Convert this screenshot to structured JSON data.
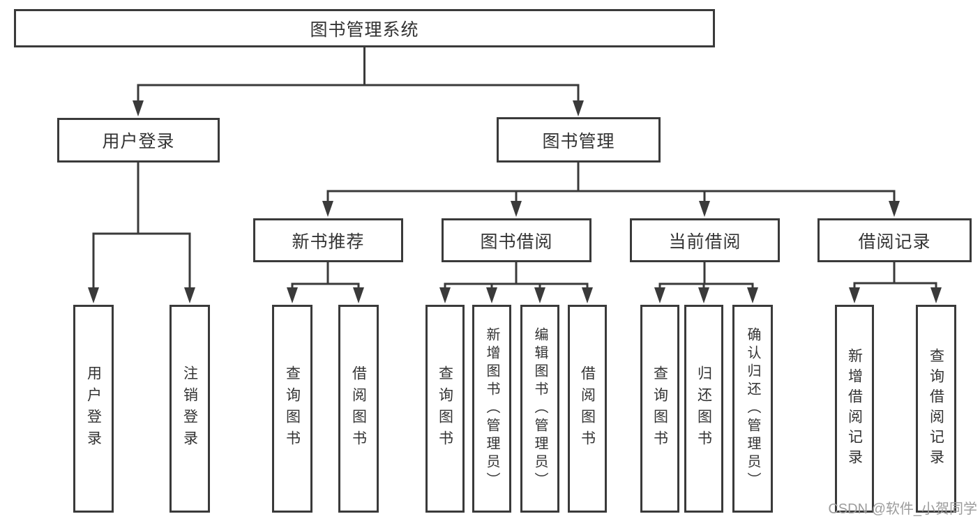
{
  "root": {
    "label": "图书管理系统"
  },
  "branches": {
    "login": {
      "label": "用户登录",
      "children": [
        {
          "label": "用户登录"
        },
        {
          "label": "注销登录"
        }
      ]
    },
    "manage": {
      "label": "图书管理",
      "groups": [
        {
          "label": "新书推荐",
          "children": [
            {
              "label": "查询图书"
            },
            {
              "label": "借阅图书"
            }
          ]
        },
        {
          "label": "图书借阅",
          "children": [
            {
              "label": "查询图书"
            },
            {
              "label": "新增图书（管理员）"
            },
            {
              "label": "编辑图书（管理员）"
            },
            {
              "label": "借阅图书"
            }
          ]
        },
        {
          "label": "当前借阅",
          "children": [
            {
              "label": "查询图书"
            },
            {
              "label": "归还图书"
            },
            {
              "label": "确认归还（管理员）"
            }
          ]
        },
        {
          "label": "借阅记录",
          "children": [
            {
              "label": "新增借阅记录"
            },
            {
              "label": "查询借阅记录"
            }
          ]
        }
      ]
    }
  },
  "watermark": {
    "text": "CSDN @软件_小贺同学"
  },
  "colors": {
    "line": "#3a3a3a",
    "text": "#333333",
    "background": "#ffffff",
    "watermark": "#9c9c9c"
  }
}
